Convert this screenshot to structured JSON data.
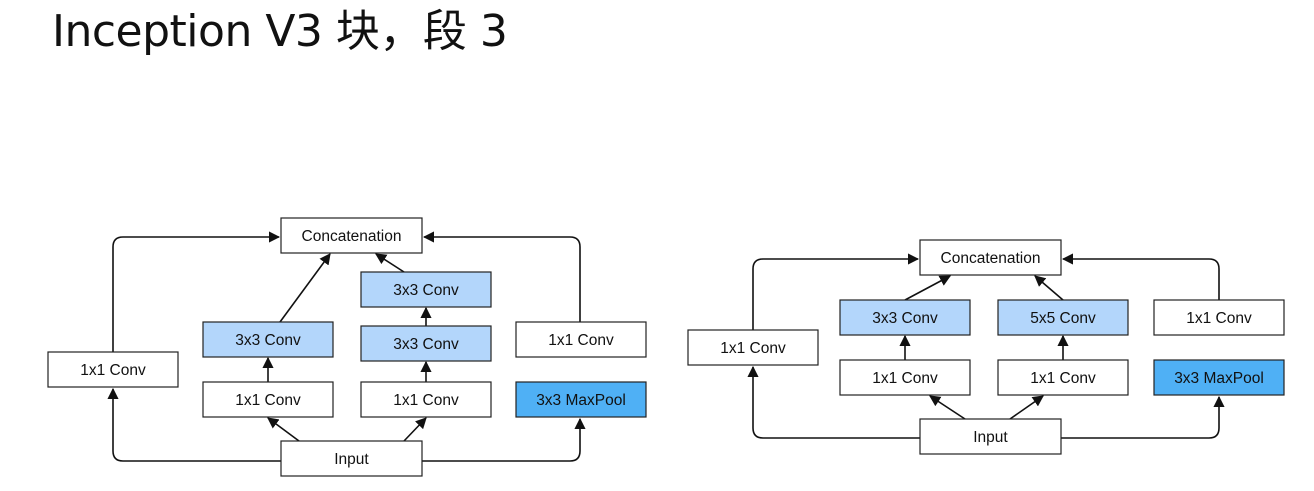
{
  "title": "Inception V3 块，段 3",
  "colors": {
    "plain": "#ffffff",
    "conv_highlight": "#b3d6fb",
    "pool_highlight": "#4fb0f5",
    "stroke": "#222222"
  },
  "diagrams": [
    {
      "nodes": {
        "concat": {
          "label": "Concatenation",
          "fill": "plain"
        },
        "b1_1x1": {
          "label": "1x1 Conv",
          "fill": "plain"
        },
        "b2_1x1": {
          "label": "1x1 Conv",
          "fill": "plain"
        },
        "b2_3x3": {
          "label": "3x3 Conv",
          "fill": "conv_highlight"
        },
        "b3_1x1": {
          "label": "1x1 Conv",
          "fill": "plain"
        },
        "b3_3x3a": {
          "label": "3x3 Conv",
          "fill": "conv_highlight"
        },
        "b3_3x3b": {
          "label": "3x3 Conv",
          "fill": "conv_highlight"
        },
        "b4_pool": {
          "label": "3x3 MaxPool",
          "fill": "pool_highlight"
        },
        "b4_1x1": {
          "label": "1x1 Conv",
          "fill": "plain"
        },
        "input": {
          "label": "Input",
          "fill": "plain"
        }
      }
    },
    {
      "nodes": {
        "concat": {
          "label": "Concatenation",
          "fill": "plain"
        },
        "b1_1x1": {
          "label": "1x1 Conv",
          "fill": "plain"
        },
        "b2_1x1": {
          "label": "1x1 Conv",
          "fill": "plain"
        },
        "b2_3x3": {
          "label": "3x3 Conv",
          "fill": "conv_highlight"
        },
        "b3_1x1": {
          "label": "1x1 Conv",
          "fill": "plain"
        },
        "b3_5x5": {
          "label": "5x5 Conv",
          "fill": "conv_highlight"
        },
        "b4_pool": {
          "label": "3x3 MaxPool",
          "fill": "pool_highlight"
        },
        "b4_1x1": {
          "label": "1x1 Conv",
          "fill": "plain"
        },
        "input": {
          "label": "Input",
          "fill": "plain"
        }
      }
    }
  ]
}
